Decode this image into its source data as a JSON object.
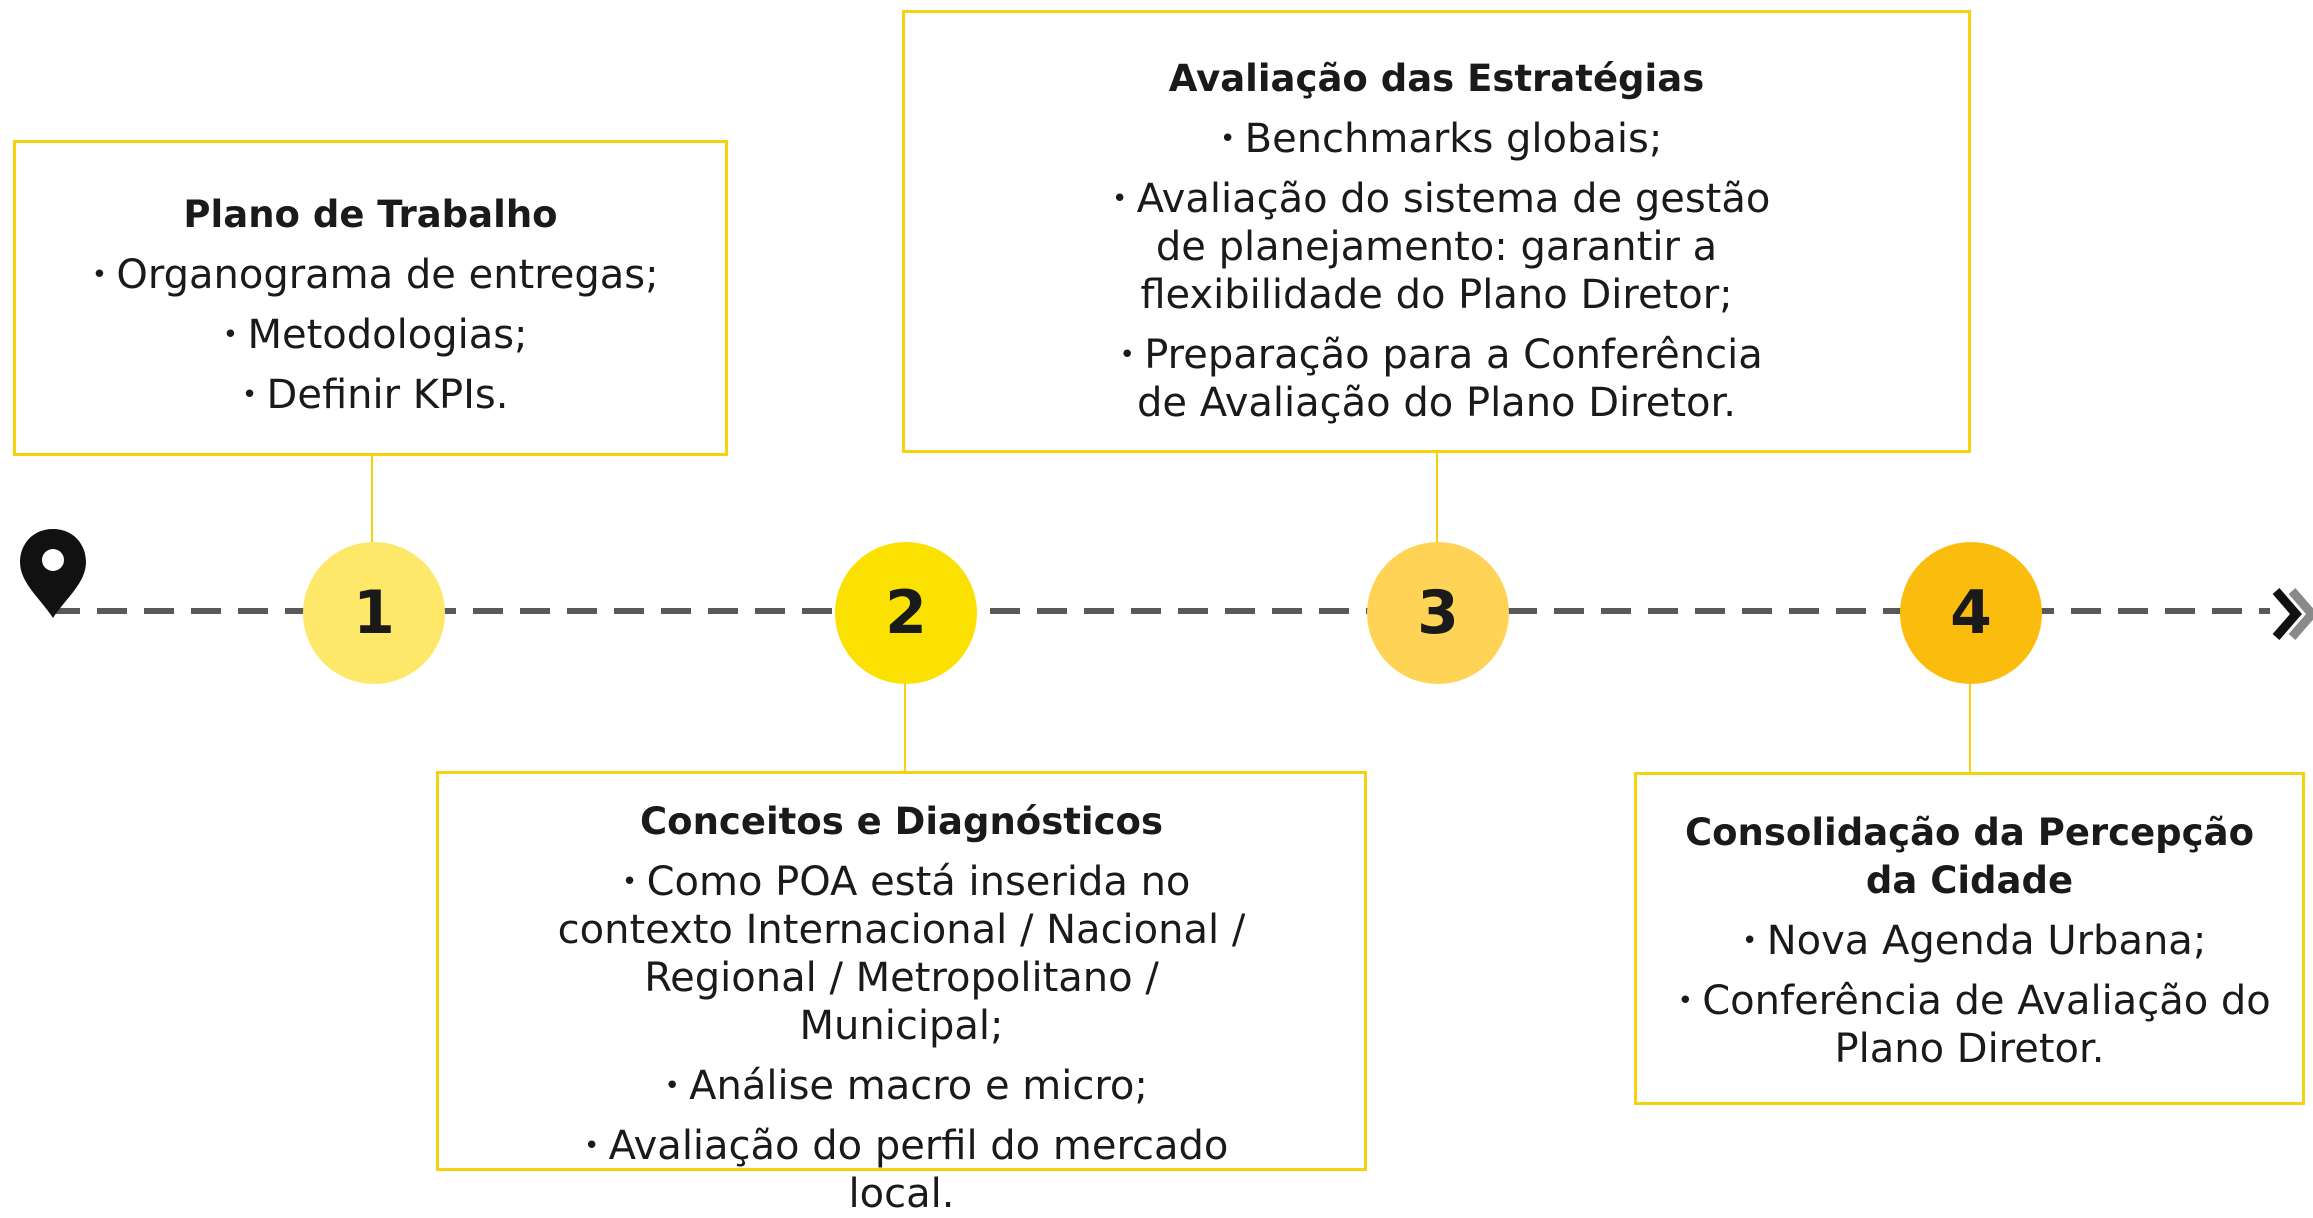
{
  "colors": {
    "step1": "#fde86a",
    "step2": "#fbe100",
    "step3": "#fed356",
    "step4": "#fbbd0d",
    "box_border": "#f5d20f",
    "timeline": "#595959"
  },
  "icons": {
    "start": "map-pin-icon",
    "end": "double-chevron-right-icon"
  },
  "steps": [
    {
      "number": "1",
      "title": "Plano de Trabalho",
      "items": [
        "Organograma de entregas;",
        "Metodologias;",
        "Definir KPIs."
      ]
    },
    {
      "number": "2",
      "title": "Conceitos e Diagnósticos",
      "items": [
        "Como POA está inserida no contexto Internacional / Nacional / Regional / Metropolitano / Municipal;",
        "Análise macro e micro;",
        "Avaliação do perfil do mercado local."
      ]
    },
    {
      "number": "3",
      "title": "Avaliação das Estratégias",
      "items": [
        "Benchmarks globais;",
        "Avaliação do sistema de gestão de planejamento: garantir a flexibilidade do Plano Diretor;",
        "Preparação para a Conferência de Avaliação do Plano Diretor."
      ]
    },
    {
      "number": "4",
      "title": "Consolidação da Percepção da Cidade",
      "items": [
        "Nova Agenda Urbana;",
        "Conferência de Avaliação do Plano Diretor."
      ]
    }
  ]
}
